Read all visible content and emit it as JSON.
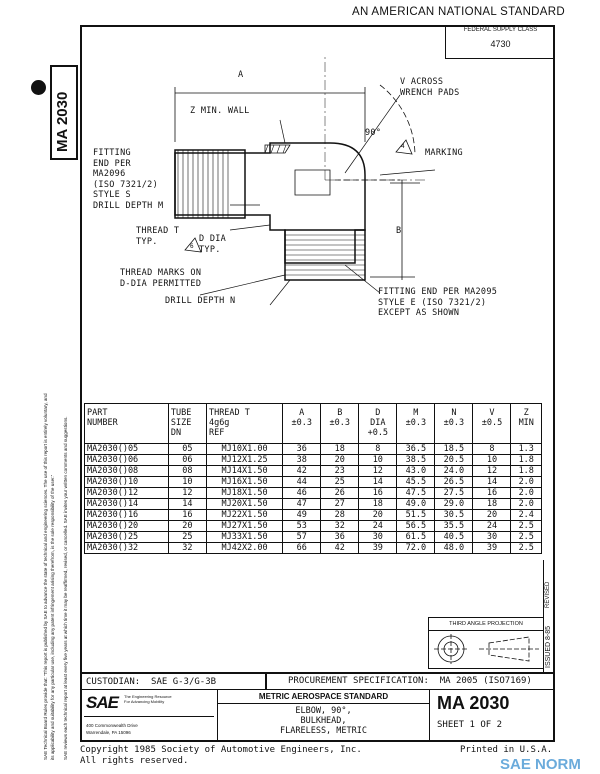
{
  "header": "AN AMERICAN NATIONAL STANDARD",
  "federal_supply": {
    "label": "FEDERAL SUPPLY CLASS",
    "value": "4730"
  },
  "side_tab": "MA 2030",
  "side_note": [
    "SAE Technical Board Rules provide that: \"This report is published by SAE to advance the state of technical and engineering sciences. The use of this report is entirely voluntary, and",
    "its applicability and suitability for any particular use, including any patent infringement arising therefrom, is the sole responsibility of the user.\"",
    "SAE reviews each technical report at least every five years at which time it may be reaffirmed, revised, or cancelled. SAE invites your written comments and suggestions."
  ],
  "drawing": {
    "a": "A",
    "v": "V ACROSS\nWRENCH PADS",
    "z": "Z MIN. WALL",
    "angle": "90°",
    "note4": "4",
    "marking": "MARKING",
    "fitting_s": "FITTING\nEND PER\nMA2096\n(ISO 7321/2)\nSTYLE S\nDRILL DEPTH M",
    "thread": "THREAD T\nTYP.",
    "note6": "6",
    "ddia": "D DIA\nTYP.",
    "b": "B",
    "marks": "THREAD MARKS ON\nD-DIA PERMITTED",
    "drill_n": "DRILL DEPTH N",
    "fitting_e": "FITTING END PER MA2095\nSTYLE E (ISO 7321/2)\nEXCEPT AS SHOWN"
  },
  "table": {
    "headers": [
      "PART\nNUMBER",
      "TUBE\nSIZE\nDN",
      "THREAD T\n4g6g\nREF",
      "A\n±0.3",
      "B\n±0.3",
      "D\nDIA\n+0.5",
      "M\n±0.3",
      "N\n±0.3",
      "V\n±0.5",
      "Z\nMIN"
    ],
    "rows": [
      [
        "MA2030()05",
        "05",
        "MJ10X1.00",
        "36",
        "18",
        "8",
        "36.5",
        "18.5",
        "8",
        "1.3"
      ],
      [
        "MA2030()06",
        "06",
        "MJ12X1.25",
        "38",
        "20",
        "10",
        "38.5",
        "20.5",
        "10",
        "1.8"
      ],
      [
        "MA2030()08",
        "08",
        "MJ14X1.50",
        "42",
        "23",
        "12",
        "43.0",
        "24.0",
        "12",
        "1.8"
      ],
      [
        "MA2030()10",
        "10",
        "MJ16X1.50",
        "44",
        "25",
        "14",
        "45.5",
        "26.5",
        "14",
        "2.0"
      ],
      [
        "MA2030()12",
        "12",
        "MJ18X1.50",
        "46",
        "26",
        "16",
        "47.5",
        "27.5",
        "16",
        "2.0"
      ],
      [
        "MA2030()14",
        "14",
        "MJ20X1.50",
        "47",
        "27",
        "18",
        "49.0",
        "29.0",
        "18",
        "2.0"
      ],
      [
        "MA2030()16",
        "16",
        "MJ22X1.50",
        "49",
        "28",
        "20",
        "51.5",
        "30.5",
        "20",
        "2.4"
      ],
      [
        "MA2030()20",
        "20",
        "MJ27X1.50",
        "53",
        "32",
        "24",
        "56.5",
        "35.5",
        "24",
        "2.5"
      ],
      [
        "MA2030()25",
        "25",
        "MJ33X1.50",
        "57",
        "36",
        "30",
        "61.5",
        "40.5",
        "30",
        "2.5"
      ],
      [
        "MA2030()32",
        "32",
        "MJ42X2.00",
        "66",
        "42",
        "39",
        "72.0",
        "48.0",
        "39",
        "2.5"
      ]
    ]
  },
  "projection": "THIRD ANGLE PROJECTION",
  "revised": "REVISED",
  "issued": "ISSUED 8-85",
  "custodian": "CUSTODIAN:  SAE G-3/G-3B",
  "procurement": "PROCUREMENT SPECIFICATION:  MA 2005 (ISO7169)",
  "sae": {
    "logo": "SAE",
    "tagline": "The Engineering Resource For Advancing Mobility",
    "address1": "400 Commonwealth Drive",
    "address2": "Warrendale, PA 15096"
  },
  "title_block": {
    "category": "METRIC AEROSPACE STANDARD",
    "title": "ELBOW, 90°,\nBULKHEAD,\nFLARELESS, METRIC",
    "number": "MA 2030",
    "sheet": "SHEET 1 OF 2"
  },
  "copyright": "Copyright 1985 Society of Automotive Engineers, Inc.\nAll rights reserved.",
  "printed": "Printed in U.S.A.",
  "watermark": "SAE NORM"
}
